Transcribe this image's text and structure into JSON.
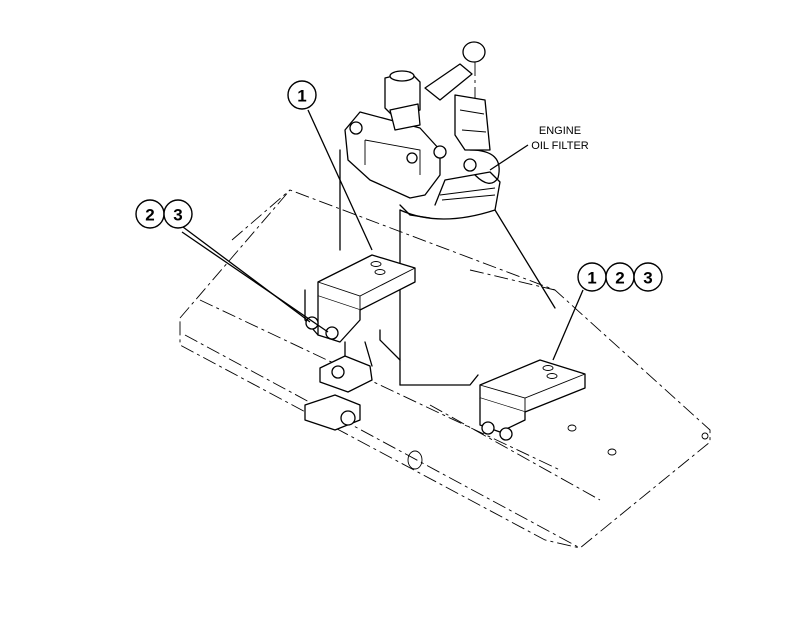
{
  "label": {
    "line1": "ENGINE",
    "line2": "OIL FILTER"
  },
  "callouts": {
    "top_left": [
      "1"
    ],
    "middle_left": [
      "2",
      "3"
    ],
    "right": [
      "1",
      "2",
      "3"
    ]
  }
}
